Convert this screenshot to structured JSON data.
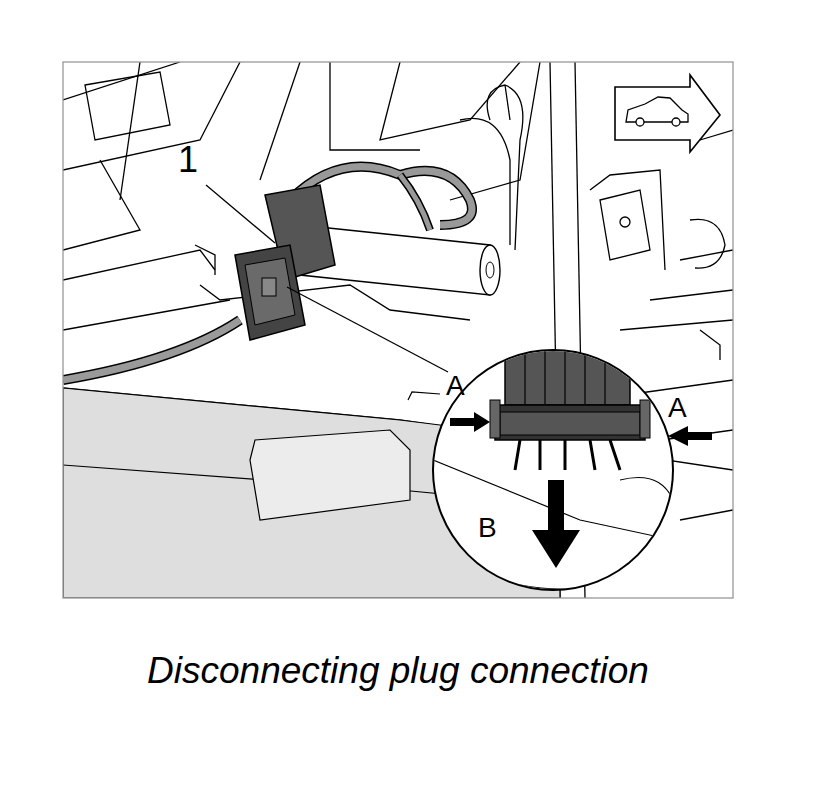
{
  "diagram": {
    "caption": "Disconnecting plug connection",
    "labels": [
      "1",
      "A",
      "A",
      "B"
    ]
  }
}
